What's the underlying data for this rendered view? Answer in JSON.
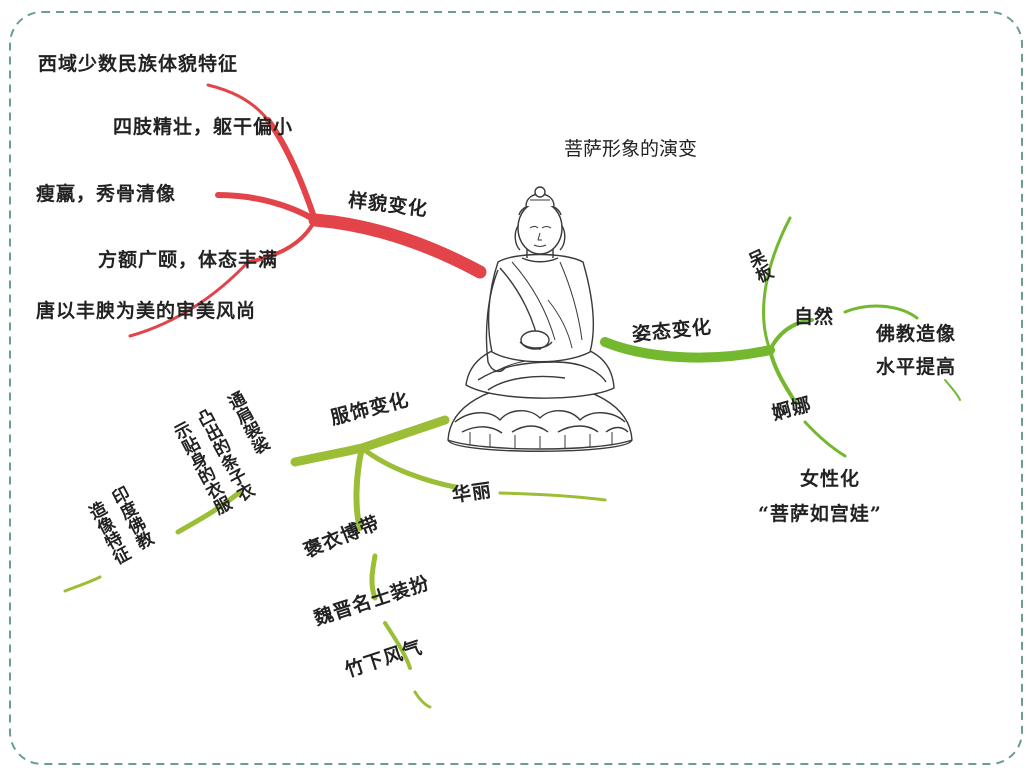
{
  "title": "菩萨形象的演变",
  "branches": {
    "appearance": {
      "label": "样貌变化",
      "color": "#e2444a",
      "items": [
        "西域少数民族体貌特征",
        "四肢精壮，躯干偏小",
        "瘦羸，秀骨清像",
        "方额广颐，体态丰满",
        "唐以丰腴为美的审美风尚"
      ]
    },
    "posture": {
      "label": "姿态变化",
      "color": "#74b82f",
      "rigid": "呆板",
      "natural": "自然",
      "natural_result": [
        "佛教造像",
        "水平提高"
      ],
      "graceful": "婀娜",
      "graceful_result": [
        "女性化",
        "“菩萨如宫娃”"
      ]
    },
    "clothing": {
      "label": "服饰变化",
      "color": "#9bbe36",
      "indian_desc": [
        "通肩袈裟",
        "凸出的条子衣",
        "示贴身的衣服"
      ],
      "indian_result": [
        "印度佛教",
        "造像特征"
      ],
      "ornate": "华丽",
      "robe": "褒衣博带",
      "scholar": "魏晋名士装扮",
      "bamboo": "竹下风气"
    }
  }
}
